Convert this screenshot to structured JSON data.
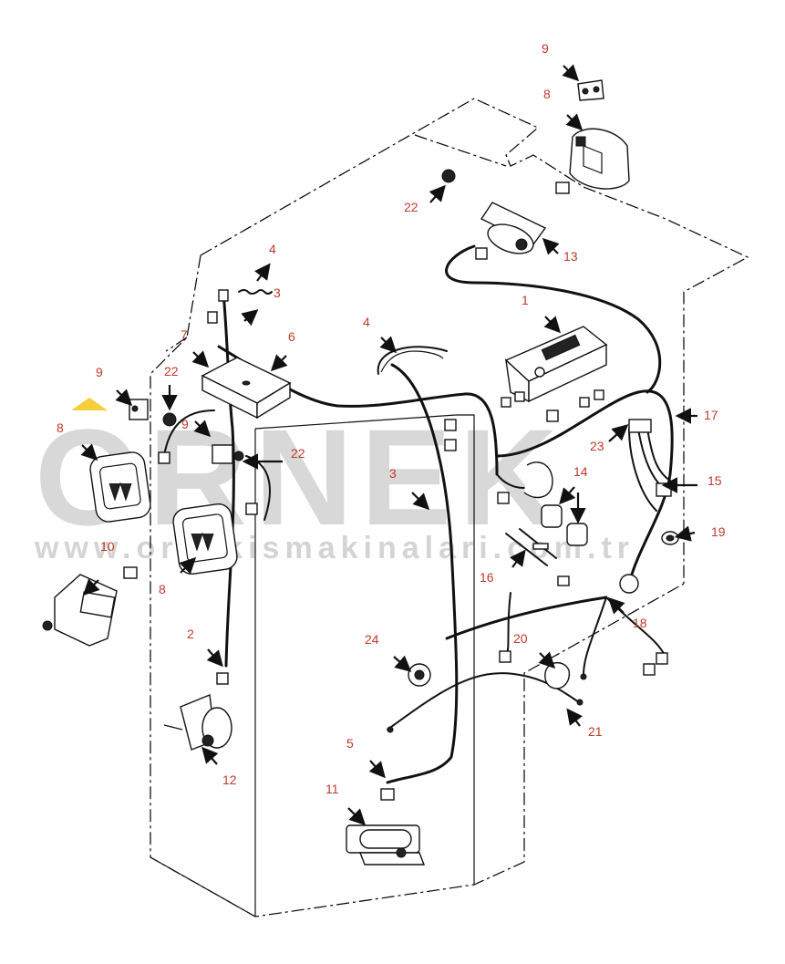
{
  "watermark": {
    "brand": "ORNEK",
    "url": "www.ornekismakinalari.com.tr"
  },
  "colors": {
    "callout": "#c0392b",
    "line": "#111111",
    "watermark": "#b9b9b9",
    "accent": "#f5c518"
  },
  "callouts": {
    "c1": "1",
    "c2": "2",
    "c3a": "3",
    "c3b": "3",
    "c4a": "4",
    "c4b": "4",
    "c5": "5",
    "c6": "6",
    "c7": "7",
    "c8a": "8",
    "c8b": "8",
    "c8c": "8",
    "c9a": "9",
    "c9b": "9",
    "c9c": "9",
    "c10": "10",
    "c11": "11",
    "c12": "12",
    "c13": "13",
    "c14": "14",
    "c15": "15",
    "c16": "16",
    "c17": "17",
    "c18": "18",
    "c19": "19",
    "c20": "20",
    "c21": "21",
    "c22a": "22",
    "c22b": "22",
    "c22c": "22",
    "c23": "23",
    "c24": "24"
  }
}
